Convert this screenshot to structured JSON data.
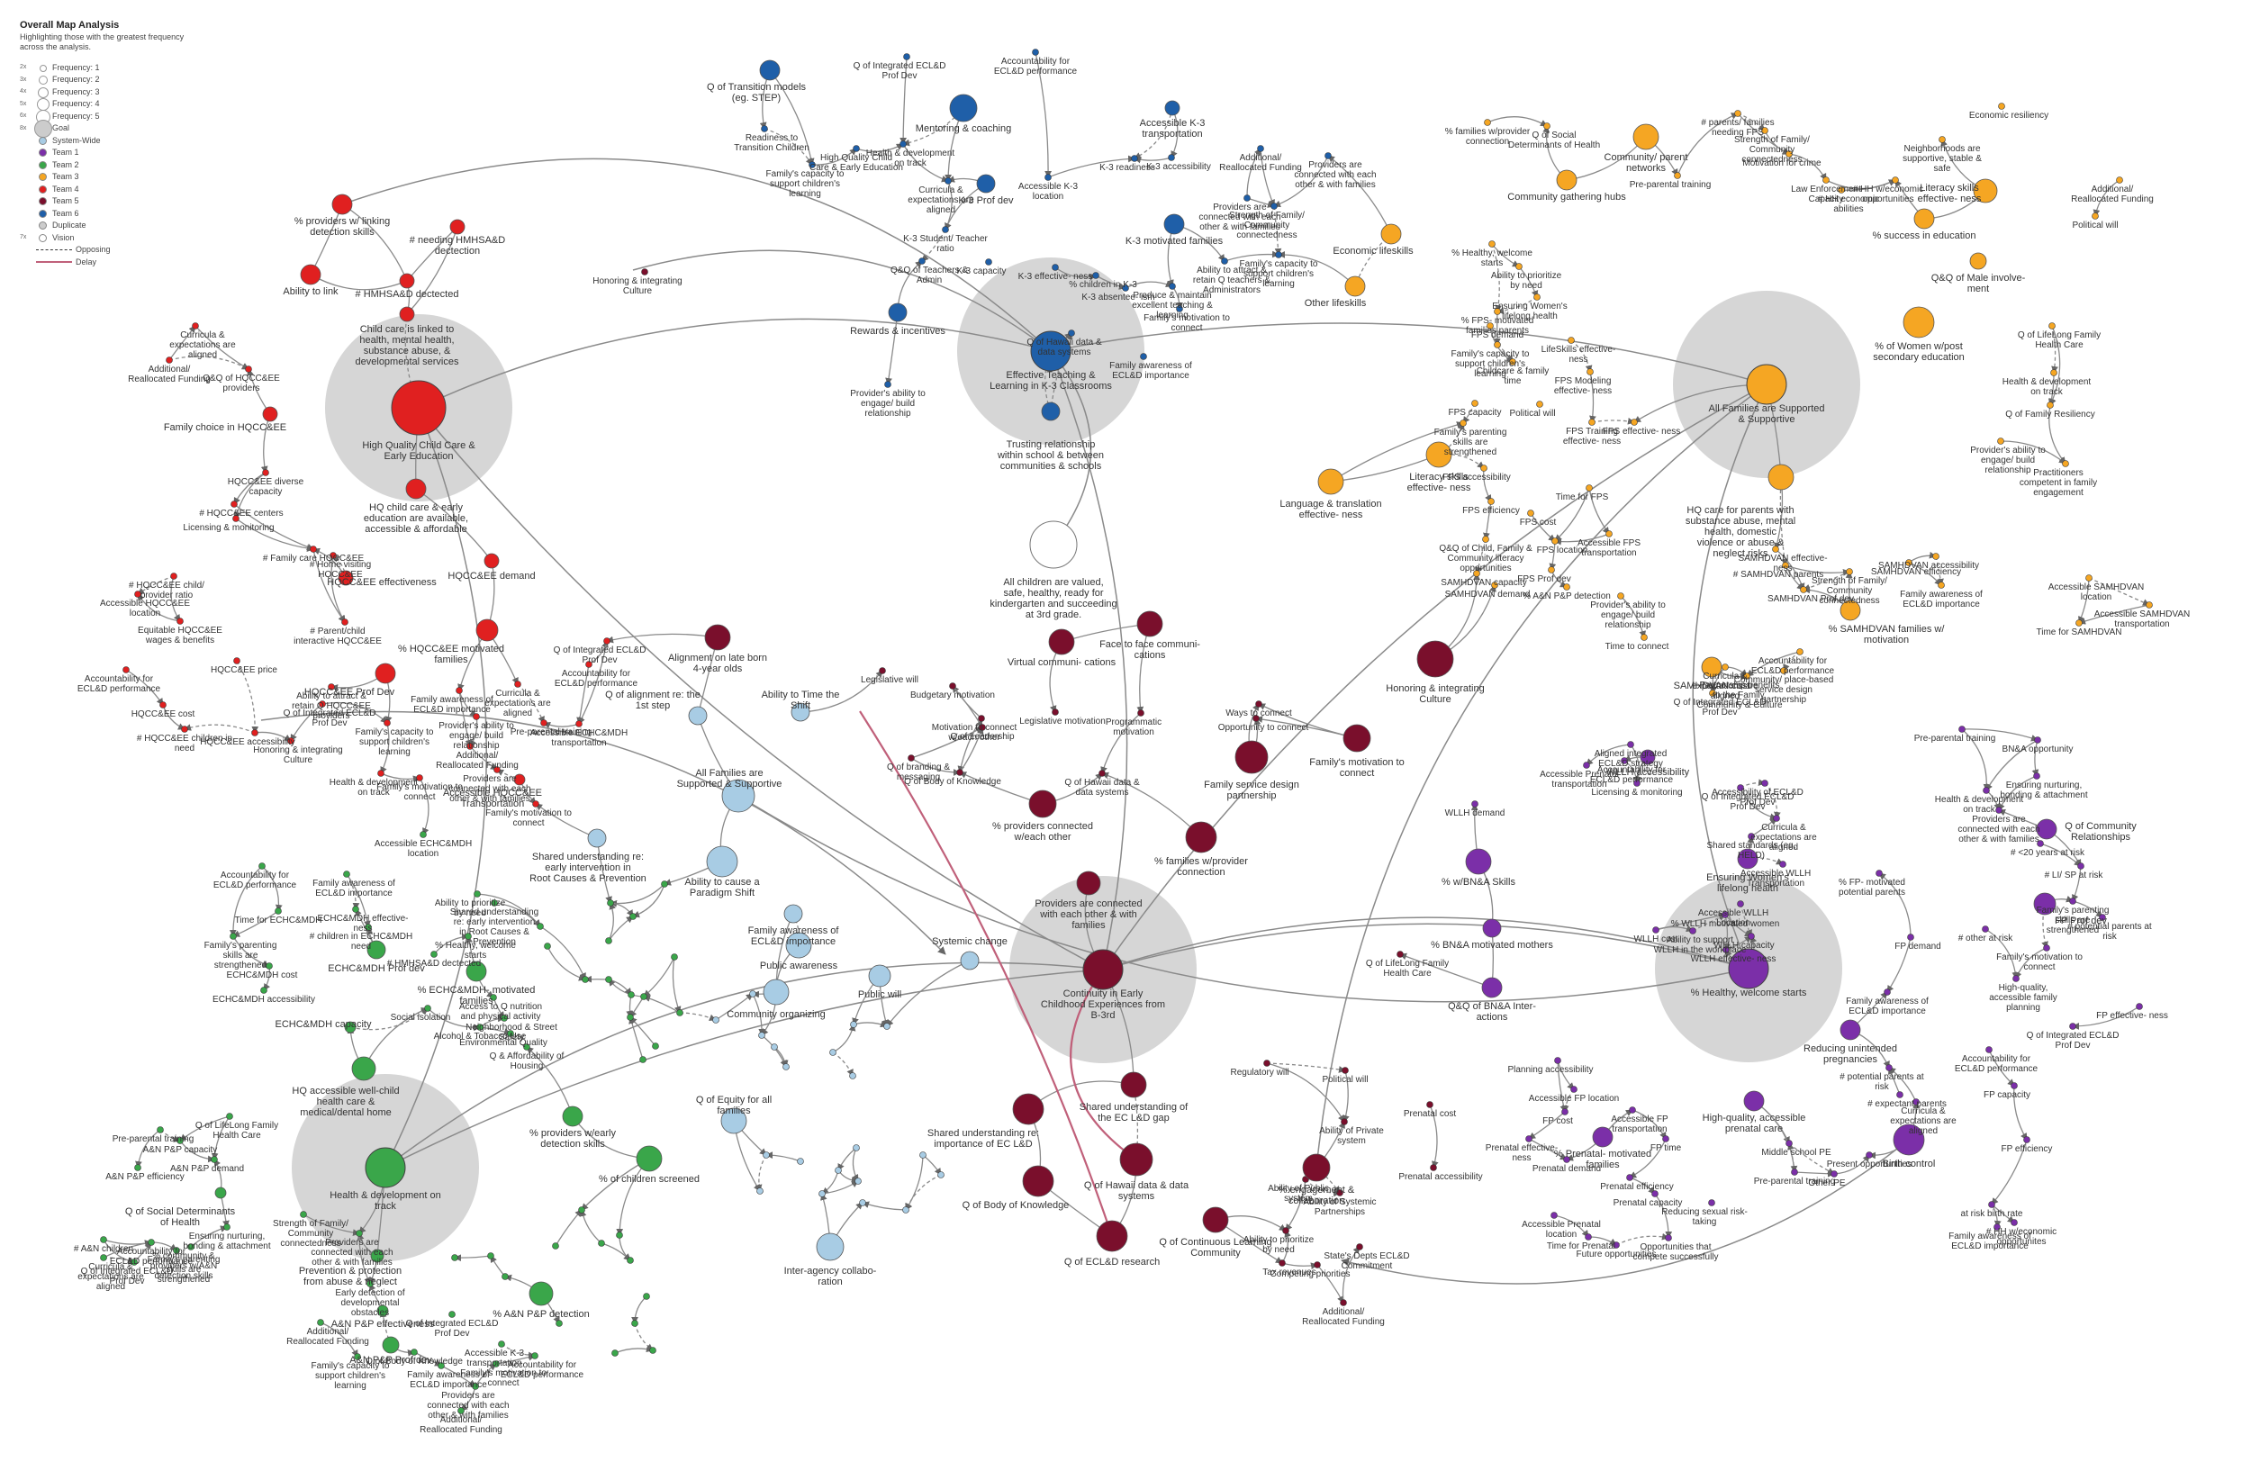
{
  "legend": {
    "title": "Overall Map Analysis",
    "subtitle": "Highlighting those with the greatest frequency across the analysis.",
    "frequency": [
      {
        "tag": "2x",
        "label": "Frequency: 1"
      },
      {
        "tag": "3x",
        "label": "Frequency: 2"
      },
      {
        "tag": "4x",
        "label": "Frequency: 3"
      },
      {
        "tag": "5x",
        "label": "Frequency: 4"
      },
      {
        "tag": "6x",
        "label": "Frequency: 5"
      },
      {
        "tag": "8x",
        "label": "Goal"
      }
    ],
    "teams": [
      {
        "label": "System-Wide",
        "color": "#a8cce4"
      },
      {
        "label": "Team 1",
        "color": "#7b2fa8"
      },
      {
        "label": "Team 2",
        "color": "#3aa64a"
      },
      {
        "label": "Team 3",
        "color": "#f5a623"
      },
      {
        "label": "Team 4",
        "color": "#e02020"
      },
      {
        "label": "Team 5",
        "color": "#7a0f2c"
      },
      {
        "label": "Team 6",
        "color": "#1f5fa8"
      },
      {
        "label": "Duplicate",
        "color": "#cccccc"
      },
      {
        "label": "Vision",
        "color": "#ffffff"
      }
    ],
    "vision_tag": "7x",
    "lines": [
      {
        "label": "Opposing",
        "style": "dashed"
      },
      {
        "label": "Delay",
        "style": "delay"
      }
    ]
  },
  "colors": {
    "system": "#a8cce4",
    "team1": "#7b2fa8",
    "team2": "#3aa64a",
    "team3": "#f5a623",
    "team4": "#e02020",
    "team5": "#7a0f2c",
    "team6": "#1f5fa8",
    "halo": "#cfcfcf",
    "edge": "#8a8a8a",
    "delay": "#c0607a"
  },
  "goals": [
    {
      "id": "g4",
      "label": "High Quality Child Care & Early Education"
    },
    {
      "id": "g6",
      "label": "Effective Teaching & Learning in K-3 Classrooms"
    },
    {
      "id": "g3",
      "label": "All Families are Supported & Supportive"
    },
    {
      "id": "g5",
      "label": "Continuity in Early Childhood Experiences from B-3rd"
    },
    {
      "id": "g2",
      "label": "Health & development on track"
    },
    {
      "id": "g1",
      "label": "% Healthy, welcome starts"
    }
  ],
  "vision": {
    "label": "All children are valued, safe, healthy, ready for kindergarten and succeeding at 3rd grade."
  },
  "nodes": [
    {
      "id": "t4a",
      "team": "team4",
      "label": "% providers w/ linking detection skills"
    },
    {
      "id": "t4b",
      "team": "team4",
      "label": "# needing HMHSA&D dectection"
    },
    {
      "id": "t4c",
      "team": "team4",
      "label": "Ability to link"
    },
    {
      "id": "t4d",
      "team": "team4",
      "label": "# HMHSA&D dectected"
    },
    {
      "id": "t4e",
      "team": "team4",
      "label": "Child care is linked to health, mental health, substance abuse, & developmental services"
    },
    {
      "id": "t4f",
      "team": "team4",
      "label": "Family choice in HQCC&EE"
    },
    {
      "id": "t4g",
      "team": "team4",
      "label": "HQ child care & early education are available, accessible & affordable"
    },
    {
      "id": "t4h",
      "team": "team4",
      "label": "HQCC&EE effectiveness"
    },
    {
      "id": "t4i",
      "team": "team4",
      "label": "HQCC&EE demand"
    },
    {
      "id": "t4j",
      "team": "team4",
      "label": "% HQCC&EE motivated families"
    },
    {
      "id": "t4k",
      "team": "team4",
      "label": "HQCC&EE Prof Dev"
    },
    {
      "id": "t4l",
      "team": "team4",
      "label": "Accessible HQCC&EE Transportation"
    },
    {
      "id": "t2a",
      "team": "team2",
      "label": "ECHC&MDH Prof dev"
    },
    {
      "id": "t2b",
      "team": "team2",
      "label": "% ECHC&MDH- motivated families"
    },
    {
      "id": "t2c",
      "team": "team2",
      "label": "HQ accessible well-child health care & medical/dental home"
    },
    {
      "id": "t2d",
      "team": "team2",
      "label": "% providers w/early detection skills"
    },
    {
      "id": "t2e",
      "team": "team2",
      "label": "% of children screened"
    },
    {
      "id": "t2f",
      "team": "team2",
      "label": "Prevention & protection from abuse & neglect"
    },
    {
      "id": "t2g",
      "team": "team2",
      "label": "% A&N P&P detection"
    },
    {
      "id": "t2h",
      "team": "team2",
      "label": "A&N P&P Prof dev"
    },
    {
      "id": "t2i",
      "team": "team2",
      "label": "A&N P&P effectiveness"
    },
    {
      "id": "t2j",
      "team": "team2",
      "label": "ECHC&MDH capacity"
    },
    {
      "id": "t2k",
      "team": "team2",
      "label": "Q of Social Determinants of Health"
    },
    {
      "id": "t6a",
      "team": "team6",
      "label": "Q of Transition models (eg. STEP)"
    },
    {
      "id": "t6b",
      "team": "team6",
      "label": "Mentoring & coaching"
    },
    {
      "id": "t6c",
      "team": "team6",
      "label": "K-3 Prof dev"
    },
    {
      "id": "t6d",
      "team": "team6",
      "label": "Accessible K-3 transportation"
    },
    {
      "id": "t6e",
      "team": "team6",
      "label": "K-3 motivated families"
    },
    {
      "id": "t6f",
      "team": "team6",
      "label": "Rewards & incentives"
    },
    {
      "id": "t6g",
      "team": "team6",
      "label": "Trusting relationship within school & between communities & schools"
    },
    {
      "id": "t3a",
      "team": "team3",
      "label": "Community/ parent networks"
    },
    {
      "id": "t3b",
      "team": "team3",
      "label": "Community gathering hubs"
    },
    {
      "id": "t3c",
      "team": "team3",
      "label": "Literacy skills effective- ness"
    },
    {
      "id": "t3d",
      "team": "team3",
      "label": "% success in education"
    },
    {
      "id": "t3e",
      "team": "team3",
      "label": "Q&Q of Male involve- ment"
    },
    {
      "id": "t3f",
      "team": "team3",
      "label": "% of Women w/post secondary education"
    },
    {
      "id": "t3g",
      "team": "team3",
      "label": "Economic lifeskills"
    },
    {
      "id": "t3h",
      "team": "team3",
      "label": "Other lifeskills"
    },
    {
      "id": "t3i",
      "team": "team3",
      "label": "Language & translation effective- ness"
    },
    {
      "id": "t3j",
      "team": "team3",
      "label": "Literacy skills effective- ness"
    },
    {
      "id": "t3k",
      "team": "team3",
      "label": "HQ care for parents with substance abuse, mental health, domestic violence or abuse & neglect risks"
    },
    {
      "id": "t3l",
      "team": "team3",
      "label": "SAMHDVAN cost"
    },
    {
      "id": "t3m",
      "team": "team3",
      "label": "% SAMHDVAN families w/ motivation"
    },
    {
      "id": "t5a",
      "team": "team5",
      "label": "Alignment on late born 4-year olds"
    },
    {
      "id": "t5b",
      "team": "team5",
      "label": "Virtual communi- cations"
    },
    {
      "id": "t5c",
      "team": "team5",
      "label": "Face to face communi- cations"
    },
    {
      "id": "t5d",
      "team": "team5",
      "label": "Honoring & integrating Culture"
    },
    {
      "id": "t5e",
      "team": "team5",
      "label": "Family service design partnership"
    },
    {
      "id": "t5f",
      "team": "team5",
      "label": "Family's motivation to connect"
    },
    {
      "id": "t5g",
      "team": "team5",
      "label": "% providers connected w/each other"
    },
    {
      "id": "t5h",
      "team": "team5",
      "label": "% families w/provider connection"
    },
    {
      "id": "t5i",
      "team": "team5",
      "label": "Providers are connected with each other & with families"
    },
    {
      "id": "t5j",
      "team": "team5",
      "label": "Shared understanding of the EC L&D gap"
    },
    {
      "id": "t5k",
      "team": "team5",
      "label": "Shared understanding re: importance of EC L&D"
    },
    {
      "id": "t5l",
      "team": "team5",
      "label": "Q of Hawaii data & data systems"
    },
    {
      "id": "t5m",
      "team": "team5",
      "label": "Q of Body of Knowledge"
    },
    {
      "id": "t5n",
      "team": "team5",
      "label": "Q of ECL&D research"
    },
    {
      "id": "t5o",
      "team": "team5",
      "label": "Q of Continuous Learning Community"
    },
    {
      "id": "t5p",
      "team": "team5",
      "label": "% engagement & collaboration"
    },
    {
      "id": "t1a",
      "team": "team1",
      "label": "WLLH accessibility"
    },
    {
      "id": "t1b",
      "team": "team1",
      "label": "% w/BN&A Skills"
    },
    {
      "id": "t1c",
      "team": "team1",
      "label": "% BN&A motivated mothers"
    },
    {
      "id": "t1d",
      "team": "team1",
      "label": "Ensuring Women's lifelong health"
    },
    {
      "id": "t1e",
      "team": "team1",
      "label": "Q of Community Relationships"
    },
    {
      "id": "t1f",
      "team": "team1",
      "label": "FP Prof dev"
    },
    {
      "id": "t1g",
      "team": "team1",
      "label": "Reducing unintended pregnancies"
    },
    {
      "id": "t1h",
      "team": "team1",
      "label": "High-quality, accessible prenatal care"
    },
    {
      "id": "t1i",
      "team": "team1",
      "label": "Birth control"
    },
    {
      "id": "t1j",
      "team": "team1",
      "label": "% Prenatal- motivated families"
    },
    {
      "id": "t1k",
      "team": "team1",
      "label": "Q&Q of BN&A Inter- actions"
    },
    {
      "id": "s1",
      "team": "system",
      "label": "Q of alignment re: the 1st step"
    },
    {
      "id": "s2",
      "team": "system",
      "label": "Ability to Time the Shift"
    },
    {
      "id": "s3",
      "team": "system",
      "label": "All Families are Supported & Supportive"
    },
    {
      "id": "s4",
      "team": "system",
      "label": "Ability to cause a Paradigm Shift"
    },
    {
      "id": "s5",
      "team": "system",
      "label": "Family awareness of ECL&D importance"
    },
    {
      "id": "s6",
      "team": "system",
      "label": "Public awareness"
    },
    {
      "id": "s7",
      "team": "system",
      "label": "Community organizing"
    },
    {
      "id": "s8",
      "team": "system",
      "label": "Public will"
    },
    {
      "id": "s9",
      "team": "system",
      "label": "Q of Equity for all families"
    },
    {
      "id": "s10",
      "team": "system",
      "label": "Inter-agency collabo- ration"
    },
    {
      "id": "s11",
      "team": "system",
      "label": "Shared understanding re: early intervention in Root Causes & Prevention"
    },
    {
      "id": "s12",
      "team": "system",
      "label": "Systemic change"
    }
  ],
  "edges_note": "",
  "small_labels": [
    "Q of Integrated ECL&D Prof Dev",
    "Accountability for ECL&D performance",
    "Readiness to Transition Children",
    "Family's capacity to support children's learning",
    "High Quality Child Care & Early Education",
    "Health & development on track",
    "Curricula & expectations are aligned",
    "Accessible K-3 location",
    "K-3 accessibility",
    "K-3 readiness",
    "K-3 Student/ Teacher ratio",
    "Q&Q of Teachers & Admin",
    "K-3 capacity",
    "K-3 effective- ness",
    "% children in K-3",
    "K-3 absentee- ism",
    "Produce & maintain excellent teaching & learning",
    "Ability to attract & retain Q teachers & Administrators",
    "Providers are connected with each other & with families",
    "Additional/ Reallocated Funding",
    "Providers are connected with each other & with families",
    "Strength of Family/ Community connectedness",
    "Family's capacity to support children's learning",
    "Family's motivation to connect",
    "Q of Hawaii data & data systems",
    "Provider's ability to engage/ build relationship",
    "Family awareness of ECL&D importance",
    "Honoring & integrating Culture",
    "% families w/provider connection",
    "Q of Social Determinants of Health",
    "Pre-parental training",
    "# parents/ families needing FPS",
    "Strength of Family/ Community connectedness",
    "Motivation for crime",
    "Law Enforcement Capacity",
    "# HH economic abilities",
    "# HH w/economic opportunities",
    "Neighborhoods are supportive, stable & safe",
    "Economic resiliency",
    "Additional/ Reallocated Funding",
    "Political will",
    "Q of LifeLong Family Health Care",
    "Health & development on track",
    "Q of Family Resiliency",
    "Provider's ability to engage/ build relationship",
    "Practitioners competent in family engagement",
    "% Healthy, welcome starts",
    "Ability to prioritize by need",
    "Ensuring Women's lifelong health",
    "% FPS- motivated families parents",
    "FPS demand",
    "Family's capacity to support children's learning",
    "Childcare & family time",
    "LifeSkills effective- ness",
    "FPS Modeling effective- ness",
    "FPS Training effective- ness",
    "FPS effective- ness",
    "Political will",
    "FPS capacity",
    "Family's parenting skills are strengthened",
    "FPS accessibility",
    "FPS efficiency",
    "FPS cost",
    "Time for FPS",
    "Accessible FPS transportation",
    "FPS location",
    "FPS Prof dev",
    "Q&Q of Child, Family & Community literacy opportunities",
    "SAMHDVAN capacity",
    "SAMHDVAN demand",
    "% A&N P&P detection",
    "SAMHDVAN effective- ness",
    "# SAMHDVAN parents",
    "Strength of Family/ Community connectedness",
    "SAMHDVAN efficiency",
    "SAMHDVAN accessibility",
    "Family awareness of ECL&D importance",
    "Accessible SAMHDVAN location",
    "Accessible SAMHDVAN transportation",
    "Time for SAMHDVAN",
    "SAMHDVAN Prof dev",
    "Accountability for ECL&D performance",
    "Curricula & expectations are aligned",
    "Q of Integrated ECL&D Prof Dev",
    "Partnership benefits to the Family, Community & Culture",
    "Community/ place-based service design partnership",
    "Provider's ability to engage/ build relationship",
    "Time to connect",
    "Ways to connect",
    "Opportunity to connect",
    "Motivation to connect w/each other",
    "Budgetary motivation",
    "Legislative motivation",
    "Programmatic motivation",
    "Q of Hawaii data & data systems",
    "Q of branding & messaging",
    "Q of Body of Knowledge",
    "Q of Leadership",
    "Legislative will",
    "Regulatory will",
    "Political will",
    "Ability of Private system",
    "Ability of Public system",
    "Ability of Systemic Partnerships",
    "Tax revenues",
    "Competing priorities",
    "Additional/ Reallocated Funding",
    "State's Depts ECL&D Commitment",
    "Ability to prioritize by need",
    "Aligned integrated ECL&D strategy",
    "Accountability for ECL&D performance",
    "Accessible Prenatal transportation",
    "Licensing & monitoring",
    "Q of Integrated ECL&D Prof Dev",
    "Accessibility of ECL&D Prof Dev",
    "Shared standards (eg, HELD)",
    "Curricula & expectations are aligned",
    "Accessible WLLH Transportation",
    "WLLH cost",
    "Ability to support WLLH in the workplace",
    "Accessible WLLH Location",
    "% WLLH motivated women",
    "WLLH effective- ness",
    "WLLH capacity",
    "WLLH demand",
    "Q of LifeLong Family Health Care",
    "Pre-parental training",
    "BN&A opportunity",
    "Ensuring nurturing, bonding & attachment",
    "Health & development on track",
    "Providers are connected with each other & with families",
    "# <20 years at risk",
    "# LI/ SP at risk",
    "Family's parenting skills are strengthened",
    "# potential parents at risk",
    "Family's motivation to connect",
    "# other at risk",
    "FP demand",
    "% FP- motivated potential parents",
    "Family awareness of ECL&D importance",
    "High-quality, accessible family planning",
    "FP effective- ness",
    "Q of Integrated ECL&D Prof Dev",
    "Accountability for ECL&D performance",
    "FP capacity",
    "FP efficiency",
    "Curricula & expectations are aligned",
    "Planning accessibility",
    "Accessible FP location",
    "Accessible FP transportation",
    "FP cost",
    "FP time",
    "Prenatal efficiency",
    "Prenatal capacity",
    "Prenatal cost",
    "Prenatal accessibility",
    "Prenatal effective- ness",
    "Prenatal demand",
    "Accessible Prenatal location",
    "Time for Prenatal",
    "Future opportunities",
    "Opportunities that compete successfully",
    "Reducing sexual risk- taking",
    "Pre-parental training",
    "Middle school PE",
    "Other PE",
    "Present opportunities",
    "# expectant parents",
    "# potential parents at risk",
    "at risk birth rate",
    "# HH w/economic opportunites",
    "Family awareness of ECL&D importance",
    "Additional/ Reallocated Funding",
    "Curricula & expectations are aligned",
    "Q&Q of HQCC&EE providers",
    "HQCC&EE diverse capacity",
    "# HQCC&EE centers",
    "Licensing & monitoring",
    "# Family care HQCC&EE",
    "# Home visiting HQCC&EE",
    "# Parent/child interactive HQCC&EE",
    "Ability to attract & retain Q HQCC&EE providers",
    "Q of Integrated ECL&D Prof Dev",
    "# HQCC&EE child/ provider ratio",
    "Equitable HQCC&EE wages & benefits",
    "Accessible HQCC&EE location",
    "Accountability for ECL&D performance",
    "HQCC&EE cost",
    "HQCC&EE price",
    "HQCC&EE accessibility",
    "# HQCC&EE children in need",
    "Honoring & integrating Culture",
    "Family awareness of ECL&D importance",
    "Provider's ability to engage/ build relationship",
    "Family's capacity to support children's learning",
    "Health & development on track",
    "Family's motivation to connect",
    "Additional/ Reallocated Funding",
    "Providers are connected with each other & with families",
    "Curricula & expectations are aligned",
    "Accountability for ECL&D performance",
    "Q of Integrated ECL&D Prof Dev",
    "Accessible ECHC&MDH transportation",
    "Pre-parental training",
    "Family's motivation to connect",
    "Accessible ECHC&MDH location",
    "Family awareness of ECL&D importance",
    "Accountability for ECL&D performance",
    "Time for ECHC&MDH",
    "Family's parenting skills are strengthened",
    "ECHC&MDH cost",
    "ECHC&MDH accessibility",
    "ECHC&MDH effective- ness",
    "# children in ECHC&MDH need",
    "# HMHSA&D dectected",
    "% Healthy, welcome starts",
    "Ability to prioritize by need",
    "Shared understanding re: early intervention in Root Causes & Prevention",
    "Access to Q nutrition and physical activity",
    "Social isolation",
    "Alcohol & Tobacco Use",
    "Neighborhood & Street Safety",
    "Environmental Quality",
    "Q & Affordability of Housing",
    "Q of LifeLong Family Health Care",
    "Pre-parental training",
    "A&N P&P capacity",
    "A&N P&P efficiency",
    "A&N P&P demand",
    "# A&N children",
    "Curricula & expectations are aligned",
    "Q of Integrated ECL&D Prof Dev",
    "Accountability for ECL&D performance",
    "Family's parenting skills are strengthened",
    "% community & providers w/A&N detection skills",
    "Ensuring nurturing, bonding & attachment",
    "Strength of Family/ Community connectedness",
    "Providers are connected with each other & with families",
    "Early detection of developmental obstacles",
    "Additional/ Reallocated Funding",
    "Family's capacity to support children's learning",
    "Q of Body of Knowledge",
    "Family awareness of ECL&D importance",
    "Providers are connected with each other & with families",
    "Additional/ Reallocated Funding",
    "Family's motivation to connect",
    "Accessible K-3 transportation",
    "Q of Integrated ECL&D Prof Dev",
    "Accountability for ECL&D performance"
  ]
}
